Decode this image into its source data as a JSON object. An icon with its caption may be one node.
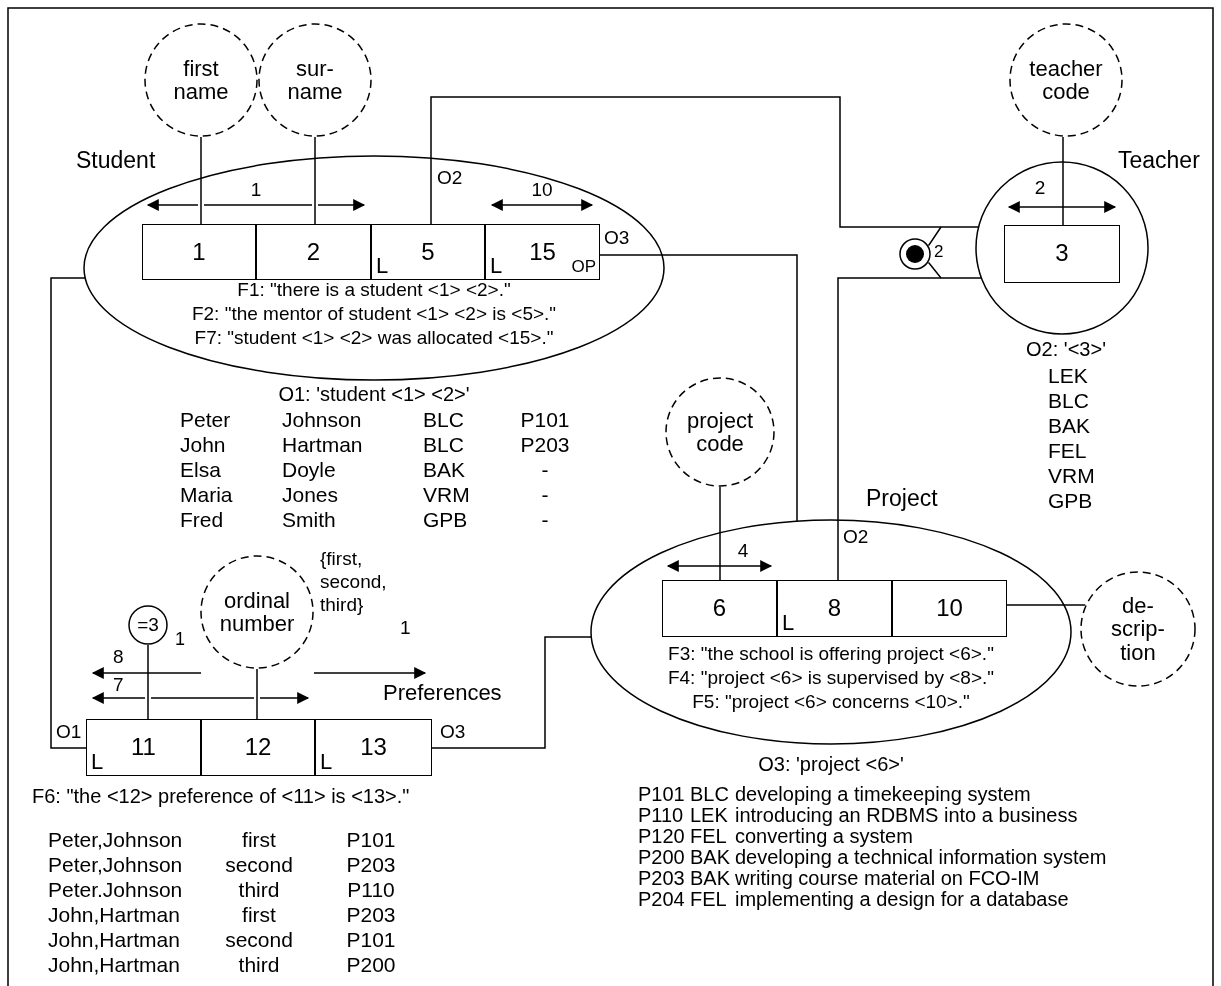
{
  "diagram": {
    "nodes": [
      {
        "text": [
          "Student",
          "F1: \"there is a student <1> <2>.\"",
          "F2: \"the mentor of student <1> <2> is <5>.\"",
          "F7: \"student <1> <2> was allocated <15>.\""
        ]
      },
      {
        "text": [
          "1"
        ],
        "in": 0
      },
      {
        "text": [
          "2"
        ],
        "in": 0
      },
      {
        "text": [
          "L",
          "5"
        ],
        "in": 0
      },
      {
        "text": [
          "L",
          "15",
          "OP"
        ],
        "in": 0
      },
      {
        "text": [
          "first name"
        ]
      },
      {
        "text": [
          "sur- name"
        ]
      },
      {
        "text": [
          "Teacher"
        ]
      },
      {
        "text": [
          "3"
        ],
        "in": 7
      },
      {
        "text": [
          "teacher code"
        ]
      },
      {
        "text": [],
        "shape": "circle",
        "beside": [
          "2"
        ]
      },
      {
        "text": [
          "Project",
          "F3: \"the school is offering project <6>.\"",
          "F4: \"project <6> is supervised by <8>.\"",
          "F5: \"project <6> concerns <10>.\""
        ]
      },
      {
        "text": [
          "6"
        ],
        "in": 11
      },
      {
        "text": [
          "L",
          "8"
        ],
        "in": 11
      },
      {
        "text": [
          "10"
        ],
        "in": 11
      },
      {
        "text": [
          "project code"
        ]
      },
      {
        "text": [
          "de- scrip- tion"
        ]
      },
      {
        "text": [
          "ordinal number"
        ],
        "beside": [
          "{first, second, third}"
        ]
      },
      {
        "text": [
          "=3"
        ],
        "beside": [
          "1"
        ]
      },
      {
        "text": [
          "L",
          "11"
        ]
      },
      {
        "text": [
          "12"
        ]
      },
      {
        "text": [
          "L",
          "13"
        ]
      }
    ],
    "edges": [
      {
        "from": 5,
        "to": 1,
        "arrow": "none"
      },
      {
        "from": 6,
        "to": 2,
        "arrow": "none"
      },
      {
        "from": 9,
        "to": 8,
        "arrow": "none"
      },
      {
        "from": 3,
        "to": 7,
        "arrow": "none",
        "label": "O2"
      },
      {
        "from": 4,
        "to": 11,
        "arrow": "none",
        "label": "O3"
      },
      {
        "from": 13,
        "to": 7,
        "arrow": "none",
        "label": "O2"
      },
      {
        "from": 15,
        "to": 12,
        "arrow": "none"
      },
      {
        "from": 14,
        "to": 16,
        "arrow": "none"
      },
      {
        "from": 19,
        "to": 0,
        "arrow": "none",
        "label": "O1"
      },
      {
        "from": 21,
        "to": 11,
        "arrow": "none",
        "label": "O3"
      },
      {
        "from": 17,
        "to": 20,
        "arrow": "none"
      },
      {
        "from": 18,
        "to": 19,
        "arrow": "none"
      },
      {
        "from": 10,
        "to": null,
        "arrow": "none"
      },
      {
        "from": 10,
        "to": null,
        "arrow": "none"
      }
    ],
    "labels": [
      "1",
      "10",
      "2",
      "O1: 'student <1> <2>'",
      "Peter",
      "Johnson",
      "BLC",
      "P101",
      "John",
      "Hartman",
      "BLC",
      "P203",
      "Elsa",
      "Doyle",
      "BAK",
      "-",
      "Maria",
      "Jones",
      "VRM",
      "-",
      "Fred",
      "Smith",
      "GPB",
      "-",
      "O2: '<3>'",
      "LEK",
      "BLC",
      "BAK",
      "FEL",
      "VRM",
      "GPB",
      "4",
      "1",
      "8",
      "7",
      "Preferences",
      "F6: \"the <12> preference of <11> is <13>.\"",
      "Peter,Johnson",
      "first",
      "P101",
      "Peter,Johnson",
      "second",
      "P203",
      "Peter.Johnson",
      "third",
      "P110",
      "John,Hartman",
      "first",
      "P203",
      "John,Hartman",
      "second",
      "P101",
      "John,Hartman",
      "third",
      "P200",
      "O3: 'project <6>'",
      "P101",
      "BLC",
      "developing a timekeeping system",
      "P110",
      "LEK",
      "introducing an RDBMS into a business",
      "P120",
      "FEL",
      "converting a system",
      "P200",
      "BAK",
      "developing a technical information system",
      "P203",
      "BAK",
      "writing course material on FCO-IM",
      "P204",
      "FEL",
      "implementing a design for a database"
    ]
  }
}
